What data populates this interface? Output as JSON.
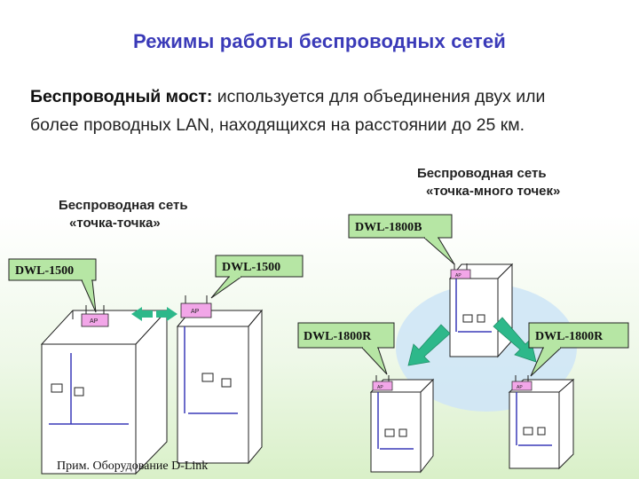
{
  "title": "Режимы работы беспроводных сетей",
  "intro": {
    "bold": "Беспроводный мост:",
    "text": " используется для объединения двух или более проводных LAN, находящихся на расстоянии до 25 км."
  },
  "left_network": {
    "line1": "Беспроводная сеть",
    "line2": "«точка-точка»",
    "callout_left": "DWL-1500",
    "callout_right": "DWL-1500",
    "ap_label": "AP"
  },
  "right_network": {
    "line1": "Беспроводная сеть",
    "line2": "«точка-много точек»",
    "callout_top": "DWL-1800B",
    "callout_left": "DWL-1800R",
    "callout_right": "DWL-1800R",
    "ap_label": "AP"
  },
  "note": "Прим. Оборудование D-Link",
  "colors": {
    "title": "#3a3ab8",
    "callout_fill": "#b6e6a4",
    "arrow": "#2db88a",
    "ap_fill": "#f2a6e8",
    "circle": "#cfe6f6"
  }
}
